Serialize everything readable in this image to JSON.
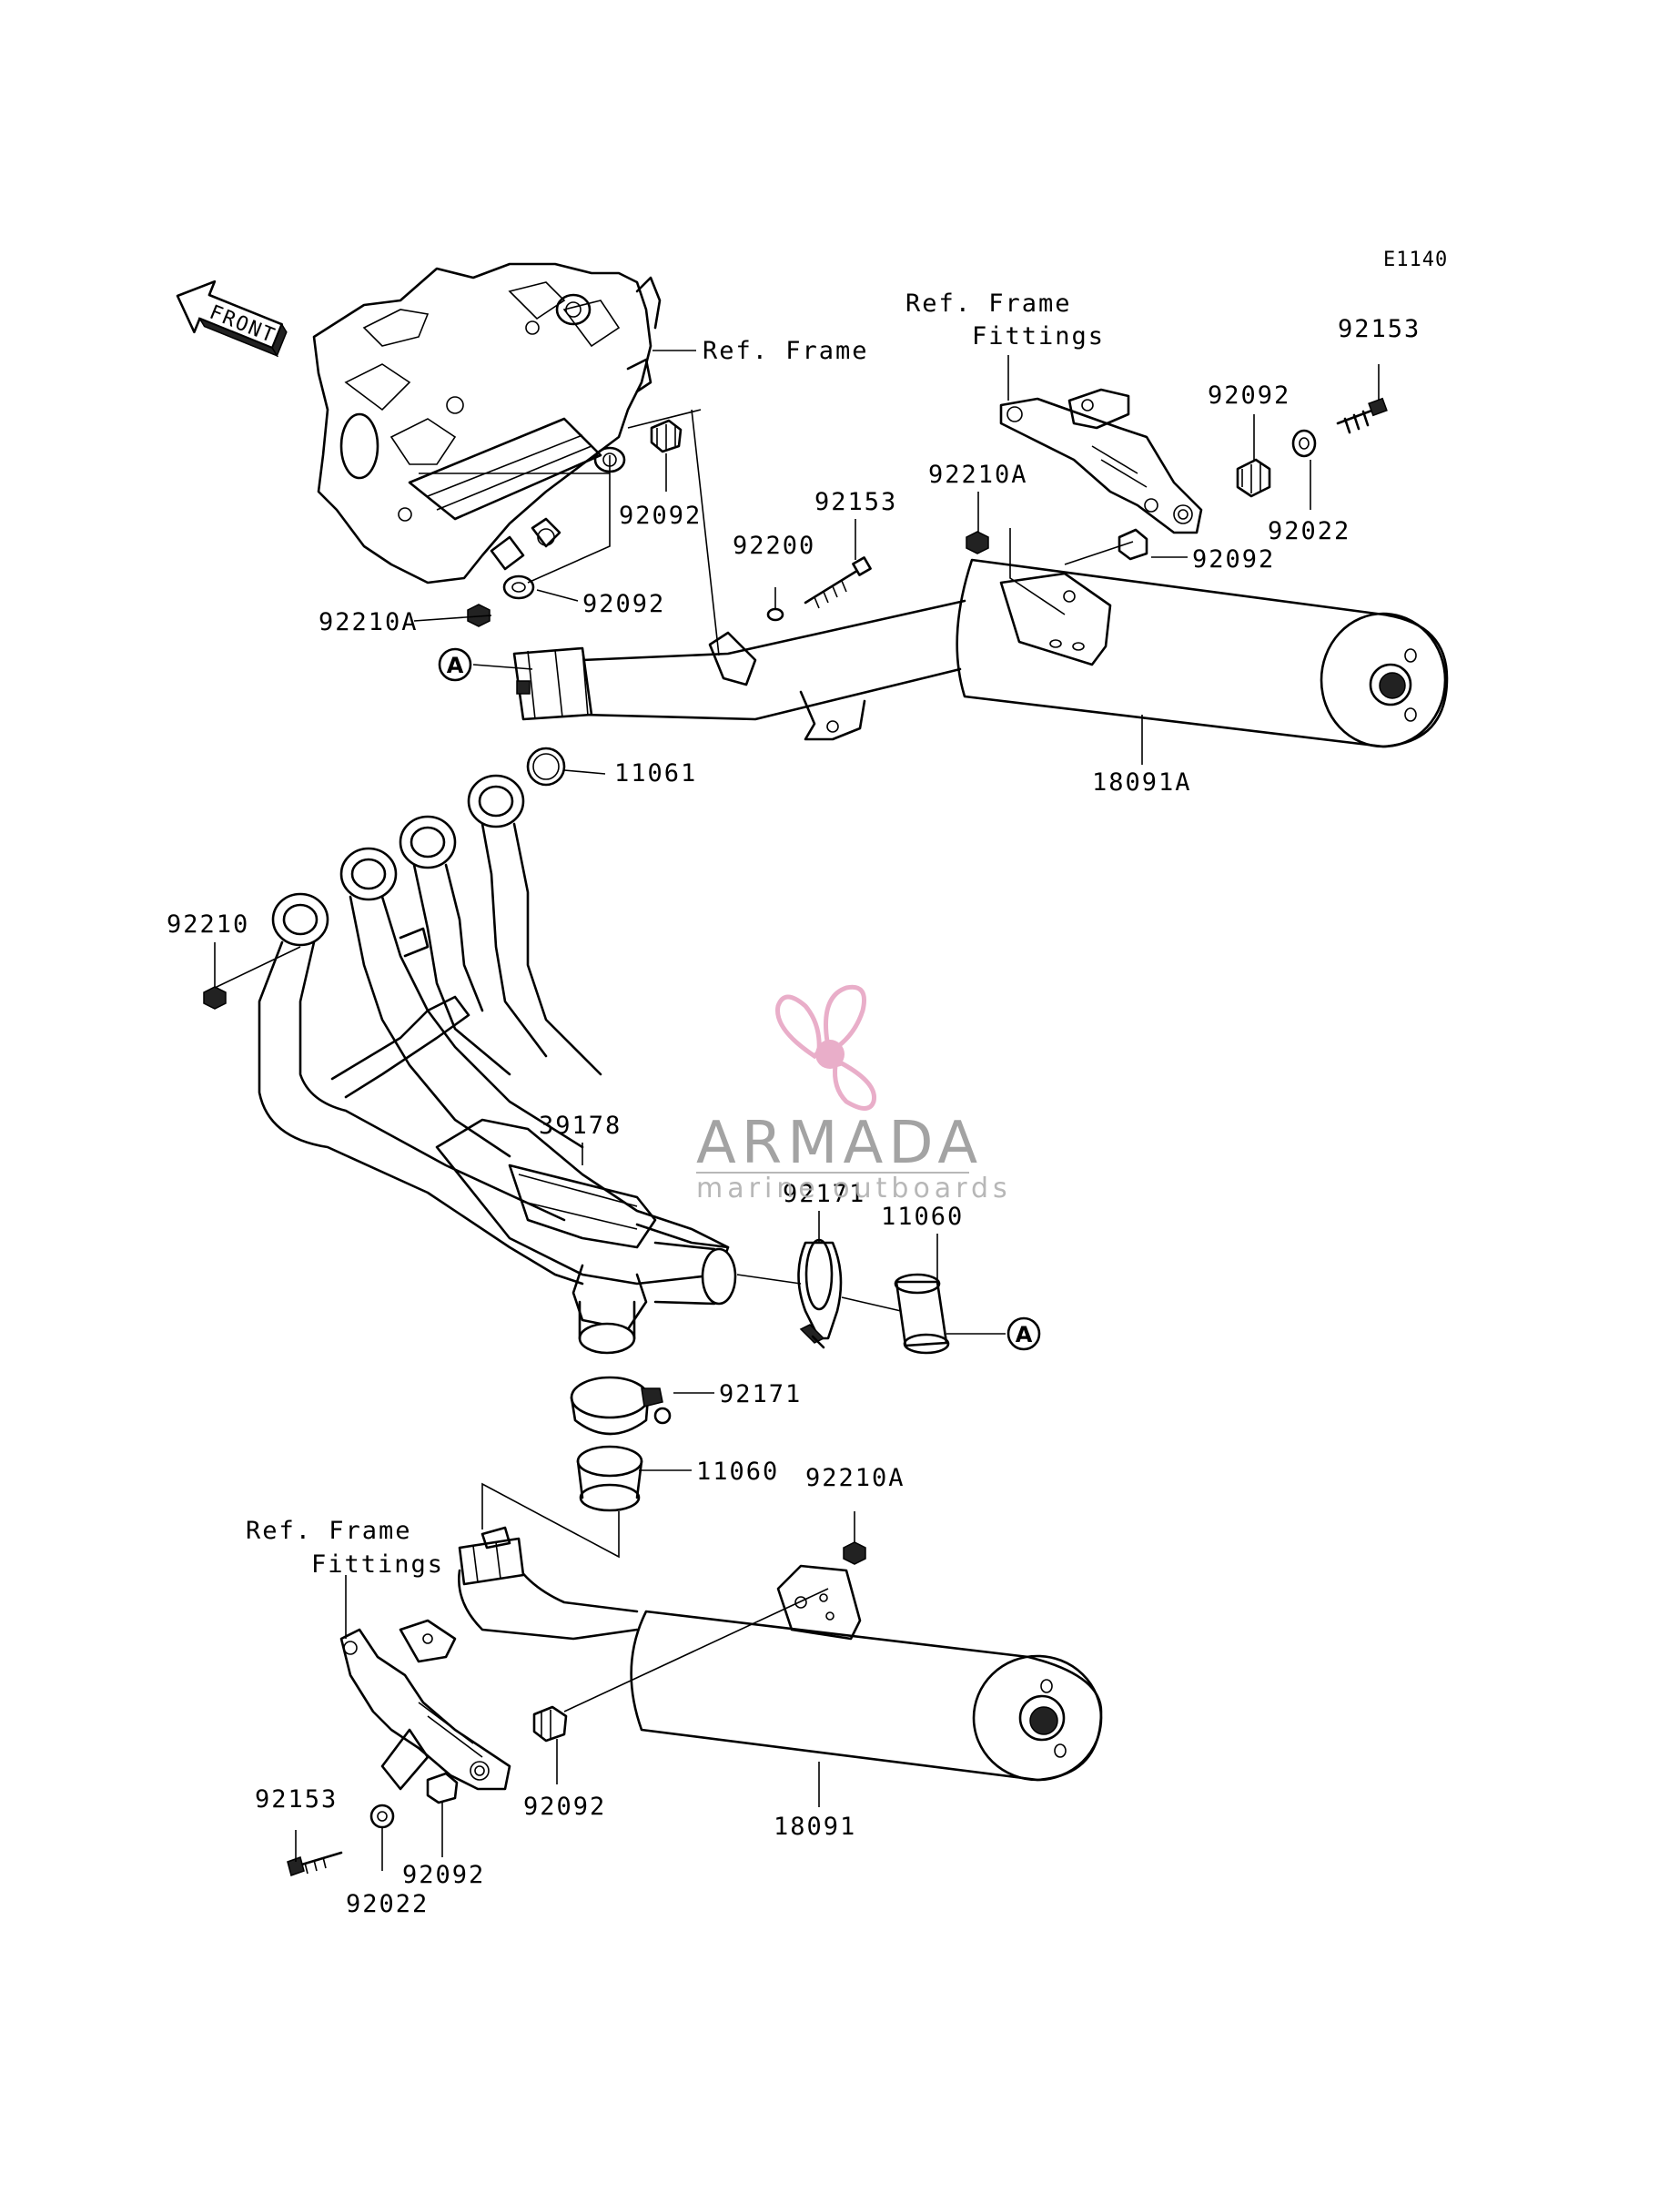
{
  "diagram_code": "E1140",
  "front_arrow_label": "FRONT",
  "ref_labels": {
    "frame_top": "Ref. Frame",
    "fittings_top_1": "Ref. Frame",
    "fittings_top_2": "Fittings",
    "fittings_bottom_1": "Ref. Frame",
    "fittings_bottom_2": "Fittings"
  },
  "callout_marker": "A",
  "parts": {
    "p92153_top": "92153",
    "p92092_right_upper": "92092",
    "p92210A_top": "92210A",
    "p92022_top": "92022",
    "p92092_right_lower": "92092",
    "p92153_mid": "92153",
    "p92200": "92200",
    "p92092_frame_upper": "92092",
    "p92092_frame_lower": "92092",
    "p92210A_frame": "92210A",
    "p18091A": "18091A",
    "p11061": "11061",
    "p92210": "92210",
    "p39178": "39178",
    "p92171_right": "92171",
    "p11060_right": "11060",
    "p92171_lower": "92171",
    "p11060_lower": "11060",
    "p92210A_bottom": "92210A",
    "p92092_bottom_mid": "92092",
    "p92153_bottom": "92153",
    "p92092_bottom_left": "92092",
    "p92022_bottom": "92022",
    "p18091": "18091"
  },
  "watermark": {
    "brand": "ARMADA",
    "tagline": "marine outboards",
    "accent_color": "#e7a6c4"
  }
}
